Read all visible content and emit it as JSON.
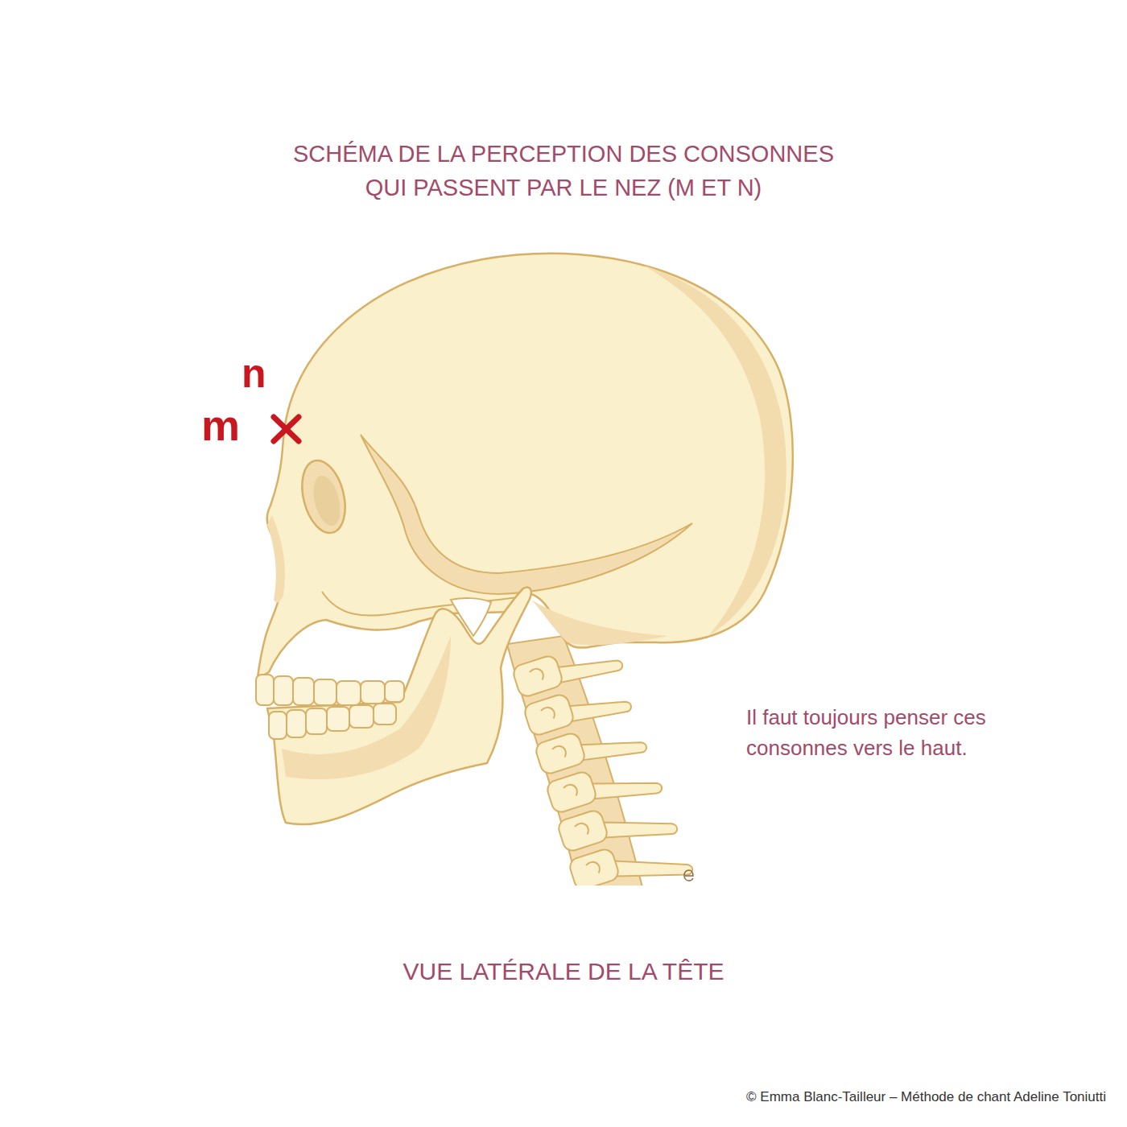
{
  "diagram": {
    "title": "SCHÉMA DE LA PERCEPTION DES CONSONNES QUI PASSENT PAR LE NEZ (M ET N)",
    "caption": "VUE LATÉRALE DE LA TÊTE",
    "labels": [
      "n",
      "m",
      "Il faut toujours penser ces consonnes vers le haut.",
      "© Emma Blanc-Tailleur – Méthode de chant Adeline Toniutti"
    ]
  }
}
